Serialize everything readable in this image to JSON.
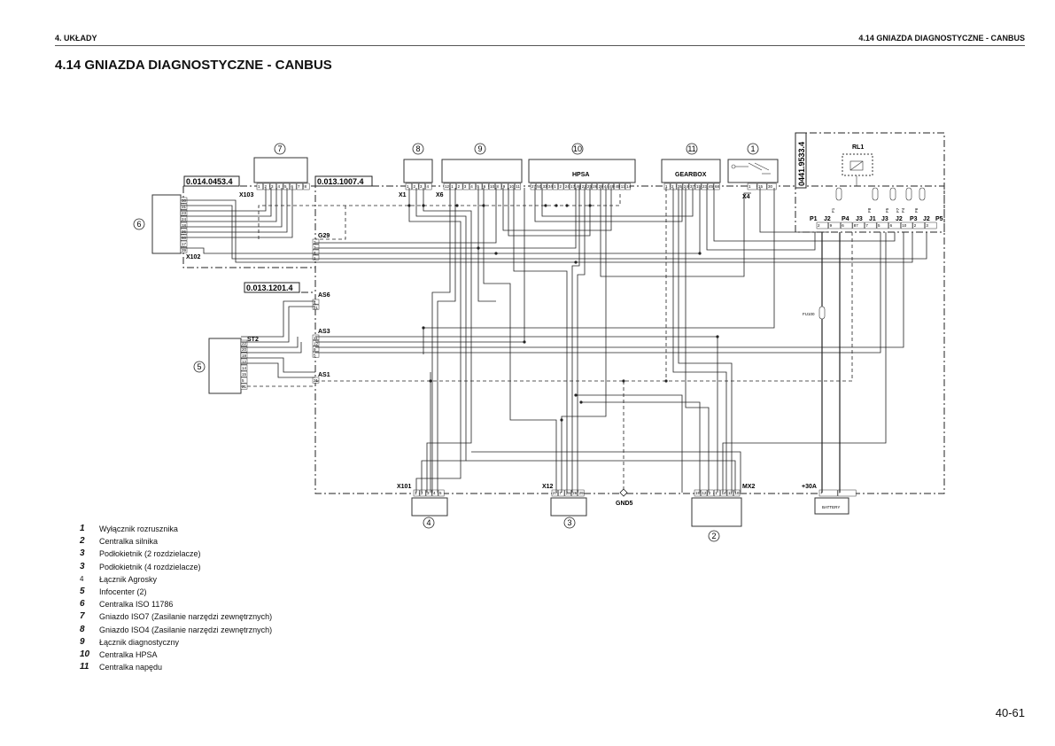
{
  "header": {
    "left": "4. UKŁADY",
    "right": "4.14 GNIAZDA DIAGNOSTYCZNE - CANBUS"
  },
  "title": "4.14 GNIAZDA DIAGNOSTYCZNE - CANBUS",
  "diagram": {
    "code_boxes": [
      "0.014.0453.4",
      "0.013.1007.4",
      "0.013.1201.4",
      "0441.9533.4"
    ],
    "connector_labels": {
      "x103": "X103",
      "x1": "X1",
      "x6": "X6",
      "x4": "X4",
      "x102": "X102",
      "g29": "G29",
      "as6": "AS6",
      "st2": "ST2",
      "as3": "AS3",
      "as1": "AS1",
      "x101": "X101",
      "x12": "X12",
      "gnd5": "GND5",
      "mx2": "MX2",
      "plus30a": "+30A",
      "rl1": "RL1",
      "fu100": "FU100"
    },
    "relay_labels": [
      "P1",
      "J2",
      "P4",
      "J3",
      "J1",
      "J3",
      "J2",
      "P3",
      "J2",
      "P5"
    ],
    "component_texts": {
      "hpsa": "HPSA",
      "gearbox": "GEARBOX",
      "battery": "BATTERY"
    },
    "circled_numbers": [
      "7",
      "8",
      "9",
      "10",
      "11",
      "1",
      "6",
      "5",
      "4",
      "3",
      "2"
    ],
    "pins": {
      "x103": [
        "1",
        "2",
        "3",
        "4",
        "5",
        "6",
        "7",
        "8"
      ],
      "x1": [
        "1",
        "2",
        "3",
        "4"
      ],
      "x6": [
        "12",
        "1",
        "2",
        "3",
        "4",
        "5",
        "6",
        "10",
        "8",
        "9",
        "10",
        "11"
      ],
      "hpsa": [
        "27",
        "50",
        "33",
        "34",
        "1",
        "2",
        "24",
        "17",
        "46",
        "22",
        "25",
        "26",
        "28",
        "44",
        "49",
        "45",
        "13",
        "14"
      ],
      "gearbox": [
        "1",
        "2",
        "35",
        "24",
        "37",
        "15",
        "23",
        "45",
        "68"
      ],
      "x4": [
        "1",
        "15",
        "30"
      ],
      "x102": [
        "30",
        "31",
        "23",
        "24",
        "18",
        "36",
        "60",
        "17",
        "39"
      ],
      "g29": [
        "2",
        "3",
        "4",
        "1"
      ],
      "as6": [
        "4",
        "21"
      ],
      "st2": [
        "22",
        "20",
        "19",
        "12",
        "14",
        "15",
        "5",
        "21"
      ],
      "as3": [
        "11",
        "12",
        "9",
        "5"
      ],
      "as1": [
        "21"
      ],
      "relay": [
        "2",
        "9",
        "6",
        "87",
        "7",
        "5",
        "6",
        "10",
        "2",
        "3"
      ],
      "x101": [
        "1",
        "2",
        "3",
        "4",
        "5"
      ],
      "x12": [
        "27",
        "7",
        "28",
        "26",
        "29"
      ],
      "mx2": [
        "15",
        "12",
        "2",
        "1",
        "14",
        "11",
        "10"
      ],
      "battery": [
        "+",
        "-"
      ]
    },
    "fuses": [
      "F1",
      "F8",
      "F5",
      "F4",
      "F7",
      "F6"
    ]
  },
  "legend": [
    {
      "num": "1",
      "text": "Wyłącznik rozrusznika",
      "style": "bold"
    },
    {
      "num": "2",
      "text": "Centralka silnika",
      "style": "bold"
    },
    {
      "num": "3",
      "text": "Podłokietnik (2 rozdzielacze)",
      "style": "bold"
    },
    {
      "num": "3",
      "text": "Podłokietnik (4 rozdzielacze)",
      "style": "bold"
    },
    {
      "num": "4",
      "text": "Łącznik Agrosky",
      "style": "plain"
    },
    {
      "num": "5",
      "text": "Infocenter (2)",
      "style": "bold"
    },
    {
      "num": "6",
      "text": "Centralka ISO 11786",
      "style": "bold"
    },
    {
      "num": "7",
      "text": "Gniazdo ISO7 (Zasilanie narzędzi zewnętrznych)",
      "style": "bold"
    },
    {
      "num": "8",
      "text": "Gniazdo ISO4 (Zasilanie narzędzi zewnętrznych)",
      "style": "bold"
    },
    {
      "num": "9",
      "text": "Łącznik diagnostyczny",
      "style": "bold"
    },
    {
      "num": "10",
      "text": "Centralka HPSA",
      "style": "bold"
    },
    {
      "num": "11",
      "text": "Centralka napędu",
      "style": "bold"
    }
  ],
  "page_number": "40-61"
}
